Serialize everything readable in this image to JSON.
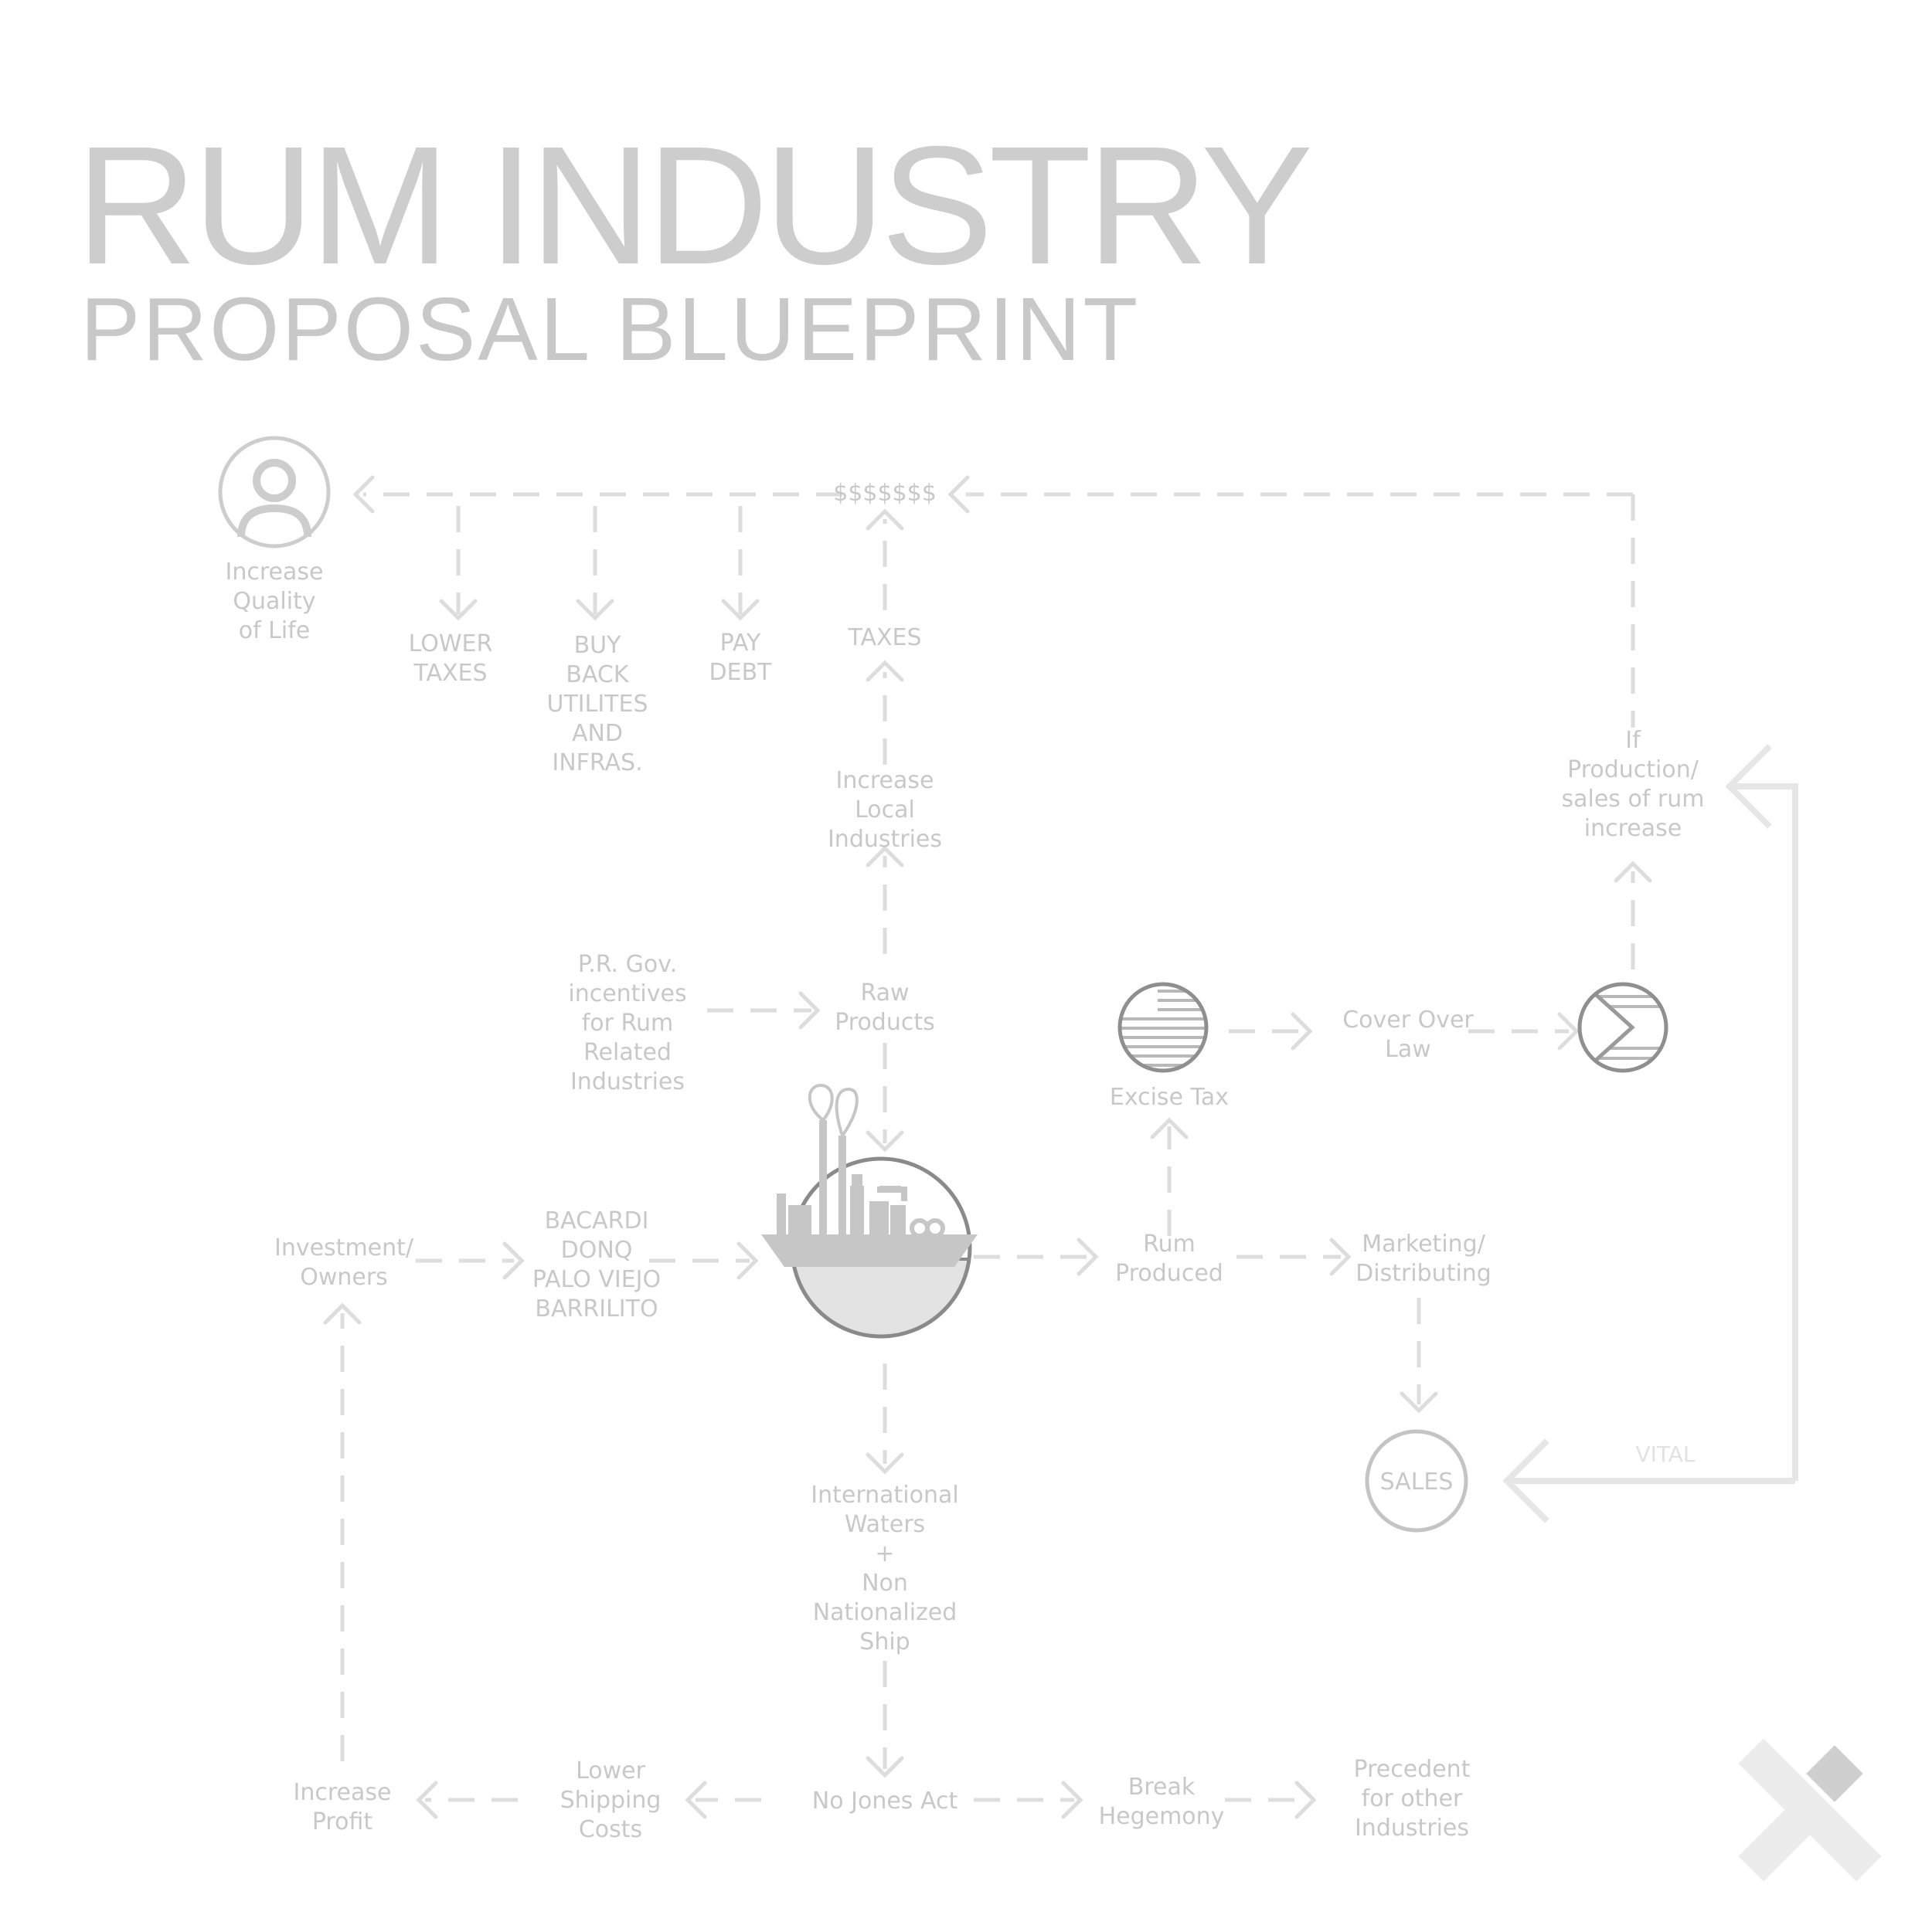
{
  "title": "RUM INDUSTRY",
  "subtitle": "PROPOSAL BLUEPRINT",
  "colors": {
    "text": "#c8c8c8",
    "line": "#dddddd",
    "icon": "#c4c4c4",
    "ship": "#c6c6c6",
    "circle_dark": "#8a8a8a",
    "sea_fill": "#e3e3e3",
    "background": "#ffffff"
  },
  "nodes": {
    "quality_of_life": [
      "Increase",
      "Quality",
      "of Life"
    ],
    "money": "$$$$$$$",
    "lower_taxes": [
      "LOWER",
      "TAXES"
    ],
    "buy_back": [
      "BUY",
      "BACK",
      "UTILITES",
      "AND",
      "INFRAS."
    ],
    "pay_debt": [
      "PAY",
      "DEBT"
    ],
    "taxes": "TAXES",
    "local_industries": [
      "Increase",
      "Local",
      "Industries"
    ],
    "gov_incentives": [
      "P.R. Gov.",
      "incentives",
      "for Rum",
      "Related",
      "Industries"
    ],
    "raw_products": [
      "Raw",
      "Products"
    ],
    "excise_tax": "Excise Tax",
    "cover_over": [
      "Cover Over",
      "Law"
    ],
    "production_increase": [
      "If",
      "Production/",
      "sales of rum",
      "increase"
    ],
    "investment": [
      "Investment/",
      "Owners"
    ],
    "brands": [
      "BACARDI",
      "DONQ",
      "PALO VIEJO",
      "BARRILITO"
    ],
    "rum_produced": [
      "Rum",
      "Produced"
    ],
    "marketing": [
      "Marketing/",
      "Distributing"
    ],
    "sales": "SALES",
    "vital": "VITAL",
    "intl_waters": [
      "International",
      "Waters",
      "+",
      "Non",
      "Nationalized",
      "Ship"
    ],
    "increase_profit": [
      "Increase",
      "Profit"
    ],
    "lower_shipping": [
      "Lower",
      "Shipping",
      "Costs"
    ],
    "no_jones": "No Jones Act",
    "break_hegemony": [
      "Break",
      "Hegemony"
    ],
    "precedent": [
      "Precedent",
      "for other",
      "Industries"
    ]
  },
  "icons": {
    "person": "person-icon",
    "us_flag": "us-flag-icon",
    "pr_flag": "puerto-rico-flag-icon",
    "distillery_ship": "distillery-ship-icon",
    "logo": "x-logo-icon"
  }
}
